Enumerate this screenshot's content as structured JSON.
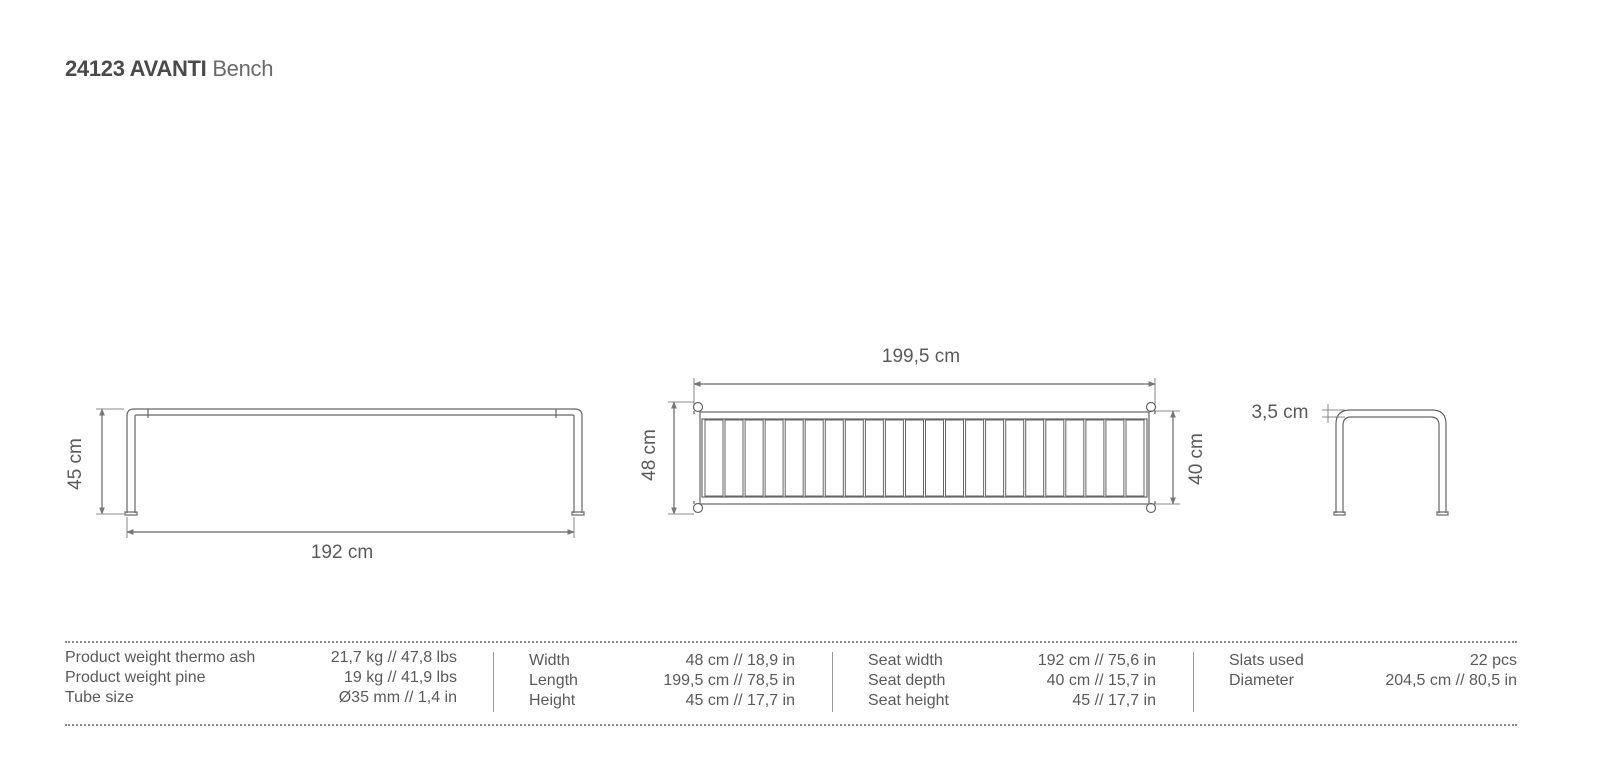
{
  "header": {
    "code": "24123 AVANTI",
    "kind": "Bench"
  },
  "views": {
    "side": {
      "height_label": "45 cm",
      "length_label": "192 cm"
    },
    "top": {
      "width_label": "199,5 cm",
      "depth_label": "48 cm",
      "seat_depth_label": "40 cm",
      "slat_count": 22
    },
    "end": {
      "tube_label": "3,5 cm"
    }
  },
  "specs": {
    "group1": [
      {
        "label": "Product weight thermo ash",
        "value": "21,7 kg // 47,8 lbs"
      },
      {
        "label": "Product weight pine",
        "value": "19 kg // 41,9 lbs"
      },
      {
        "label": "Tube size",
        "value": "Ø35 mm // 1,4 in"
      }
    ],
    "group2": [
      {
        "label": "Width",
        "value": "48 cm // 18,9 in"
      },
      {
        "label": "Length",
        "value": "199,5 cm // 78,5 in"
      },
      {
        "label": "Height",
        "value": "45 cm // 17,7 in"
      }
    ],
    "group3": [
      {
        "label": "Seat width",
        "value": "192 cm // 75,6 in"
      },
      {
        "label": "Seat depth",
        "value": "40 cm // 15,7 in"
      },
      {
        "label": "Seat height",
        "value": "45 // 17,7 in"
      }
    ],
    "group4": [
      {
        "label": "Slats used",
        "value": "22 pcs"
      },
      {
        "label": "Diameter",
        "value": "204,5 cm // 80,5 in"
      }
    ]
  }
}
